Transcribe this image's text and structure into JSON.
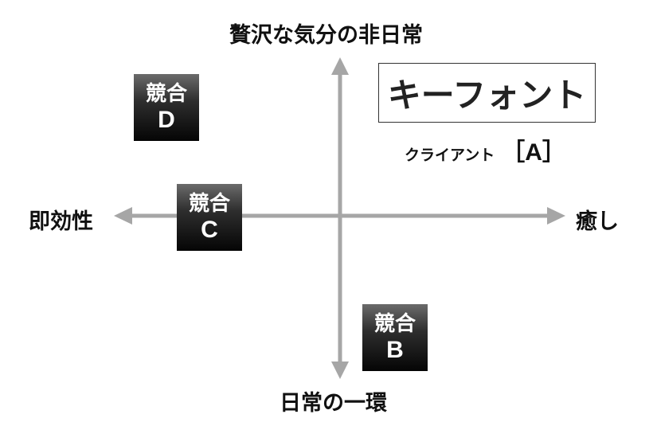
{
  "axes": {
    "top": "贅沢な気分の非日常",
    "bottom": "日常の一環",
    "left": "即効性",
    "right": "癒し"
  },
  "competitors": [
    {
      "line1": "競合",
      "line2": "D"
    },
    {
      "line1": "競合",
      "line2": "C"
    },
    {
      "line1": "競合",
      "line2": "B"
    }
  ],
  "keyfont": {
    "title": "キーフォント",
    "client_name": "クライアント",
    "client_id": "［A］"
  },
  "colors": {
    "axis": "#a6a6a6",
    "box_top": "#6b6b6b",
    "box_bottom": "#050505"
  }
}
